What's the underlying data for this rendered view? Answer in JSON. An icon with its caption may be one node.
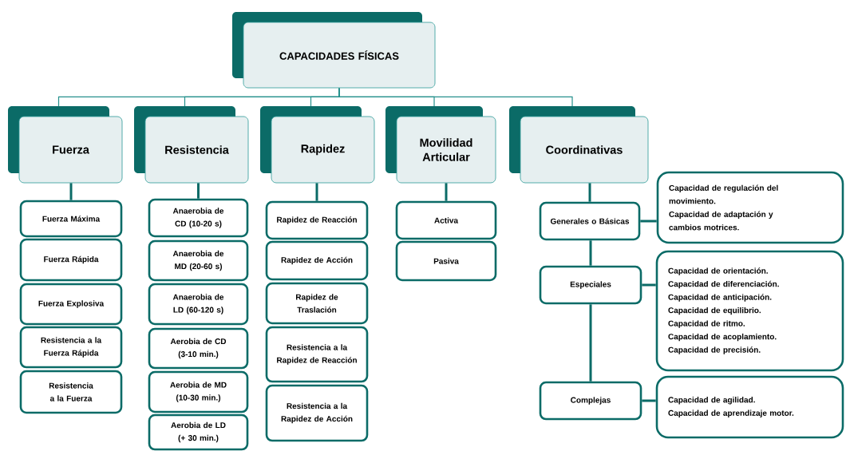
{
  "diagram": {
    "nodes": [
      {
        "text": [
          "CAPACIDADES FÍSICAS"
        ]
      },
      {
        "text": [
          "Fuerza"
        ]
      },
      {
        "text": [
          "Resistencia"
        ]
      },
      {
        "text": [
          "Rapidez"
        ]
      },
      {
        "text": [
          "Movilidad Articular"
        ]
      },
      {
        "text": [
          "Coordinativas"
        ]
      },
      {
        "text": [
          "Fuerza Máxima"
        ]
      },
      {
        "text": [
          "Fuerza Rápida"
        ]
      },
      {
        "text": [
          "Fuerza Explosiva"
        ]
      },
      {
        "text": [
          "Resistencia a la Fuerza Rápida"
        ]
      },
      {
        "text": [
          "Resistencia a la Fuerza"
        ]
      },
      {
        "text": [
          "Anaerobia de CD (10-20 s)"
        ]
      },
      {
        "text": [
          "Anaerobia de MD (20-60 s)"
        ]
      },
      {
        "text": [
          "Anaerobia de LD (60-120 s)"
        ]
      },
      {
        "text": [
          "Aerobia de CD (3-10 min.)"
        ]
      },
      {
        "text": [
          "Aerobia de MD (10-30 min.)"
        ]
      },
      {
        "text": [
          "Aerobia de LD (+ 30 min.)"
        ]
      },
      {
        "text": [
          "Rapidez de Reacción"
        ]
      },
      {
        "text": [
          "Rapidez de Acción"
        ]
      },
      {
        "text": [
          "Rapidez de Traslación"
        ]
      },
      {
        "text": [
          "Resistencia a la Rapidez de Reacción"
        ]
      },
      {
        "text": [
          "Resistencia a la Rapidez de Acción"
        ]
      },
      {
        "text": [
          "Activa"
        ]
      },
      {
        "text": [
          "Pasiva"
        ]
      },
      {
        "text": [
          "Generales o Básicas"
        ]
      },
      {
        "text": [
          "Capacidad de regulación del movimiento.",
          "Capacidad de adaptación y cambios motrices."
        ]
      },
      {
        "text": [
          "Especiales"
        ]
      },
      {
        "text": [
          "Capacidad de orientación.",
          "Capacidad de diferenciación.",
          "Capacidad de anticipación.",
          "Capacidad de equilibrio.",
          "Capacidad de ritmo.",
          "Capacidad de acoplamiento.",
          "Capacidad de precisión."
        ]
      },
      {
        "text": [
          "Complejas"
        ]
      },
      {
        "text": [
          "Capacidad de agilidad.",
          "Capacidad de aprendizaje motor."
        ]
      }
    ],
    "edges": [
      {
        "from": 0,
        "to": 1,
        "arrow": "none"
      },
      {
        "from": 0,
        "to": 2,
        "arrow": "none"
      },
      {
        "from": 0,
        "to": 3,
        "arrow": "none"
      },
      {
        "from": 0,
        "to": 4,
        "arrow": "none"
      },
      {
        "from": 0,
        "to": 5,
        "arrow": "none"
      },
      {
        "from": 1,
        "to": 6,
        "arrow": "none"
      },
      {
        "from": 2,
        "to": 11,
        "arrow": "none"
      },
      {
        "from": 3,
        "to": 17,
        "arrow": "none"
      },
      {
        "from": 4,
        "to": 22,
        "arrow": "none"
      },
      {
        "from": 5,
        "to": 24,
        "arrow": "none"
      },
      {
        "from": 24,
        "to": 25,
        "arrow": "none"
      },
      {
        "from": 24,
        "to": 26,
        "arrow": "none"
      },
      {
        "from": 26,
        "to": 27,
        "arrow": "none"
      },
      {
        "from": 26,
        "to": 28,
        "arrow": "none"
      },
      {
        "from": 28,
        "to": 29,
        "arrow": "none"
      }
    ]
  }
}
